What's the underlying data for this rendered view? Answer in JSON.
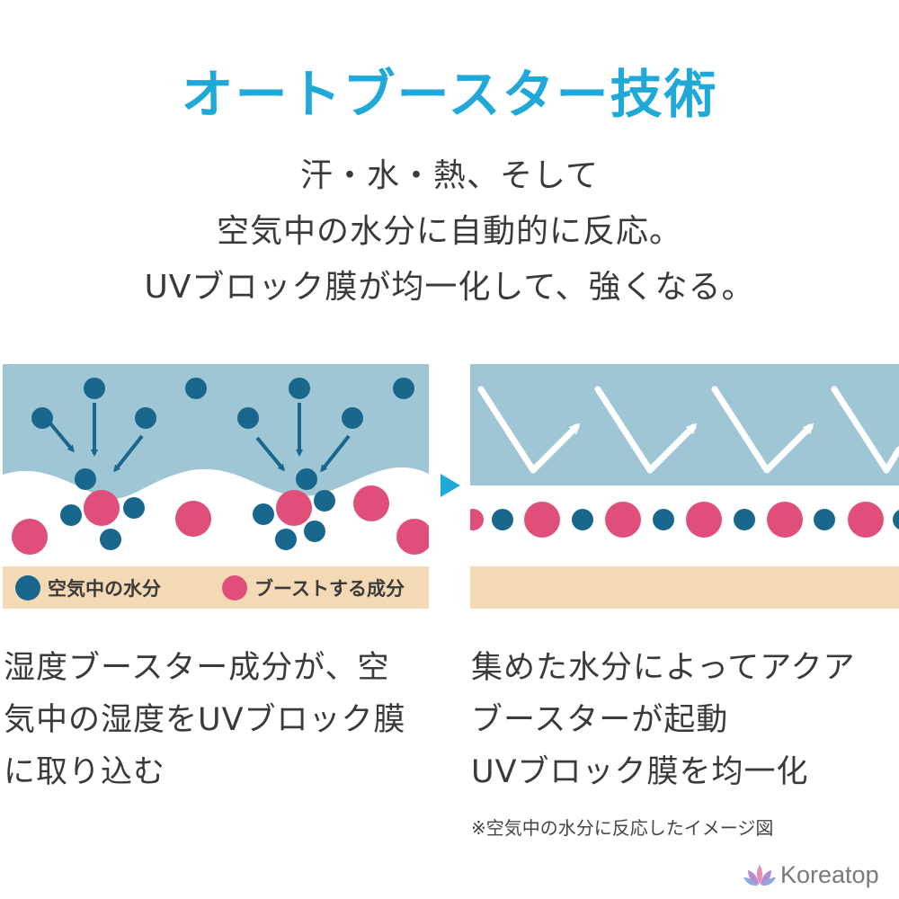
{
  "heading": {
    "title": "オートブースター技術",
    "lines": [
      "汗・水・熱、そして",
      "空気中の水分に自動的に反応。",
      "UVブロック膜が均一化して、強くなる。"
    ]
  },
  "colors": {
    "title": "#1fa8d8",
    "sky": "#9fc6d4",
    "film": "#ffffff",
    "skin": "#f3d9b4",
    "moisture": "#19678c",
    "boost": "#e04f7a",
    "arrow_between": "#1fa8d8"
  },
  "legend": {
    "moisture_label": "空気中の水分",
    "boost_label": "ブーストする成分"
  },
  "captions": {
    "left_lines": [
      "湿度ブースター成分が、空",
      "気中の湿度をUVブロック膜",
      "に取り込む"
    ],
    "right_lines": [
      "集めた水分によってアクア",
      "ブースターが起動",
      "UVブロック膜を均一化"
    ]
  },
  "note": "※空気中の水分に反応したイメージ図",
  "logo": {
    "text": "Koreatop",
    "icon": "lotus-icon"
  }
}
